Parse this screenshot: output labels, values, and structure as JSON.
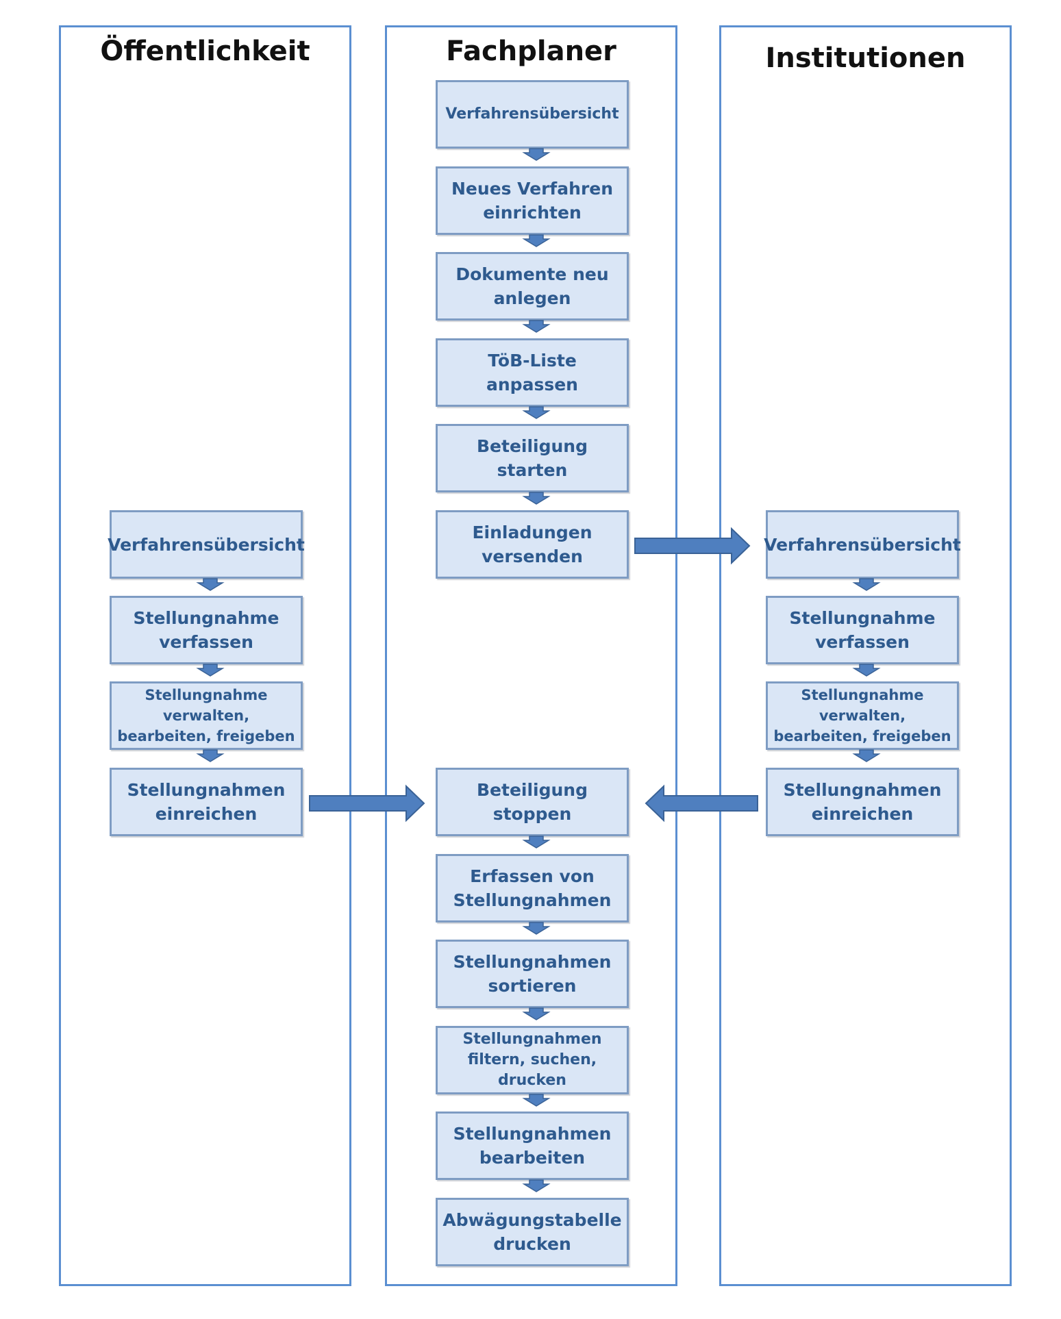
{
  "lanes": {
    "public": {
      "title": "Öffentlichkeit"
    },
    "planner": {
      "title": "Fachplaner"
    },
    "institutions": {
      "title": "Institutionen"
    }
  },
  "public_steps": [
    "Verfahrensübersicht",
    "Stellungnahme\nverfassen",
    "Stellungnahme\nverwalten,\nbearbeiten, freigeben",
    "Stellungnahmen\neinreichen"
  ],
  "planner_steps": [
    "Verfahrensübersicht",
    "Neues Verfahren\neinrichten",
    "Dokumente neu\nanlegen",
    "TöB-Liste\nanpassen",
    "Beteiligung\nstarten",
    "Einladungen\nversenden",
    "Beteiligung\nstoppen",
    "Erfassen von\nStellungnahmen",
    "Stellungnahmen\nsortieren",
    "Stellungnahmen\nfiltern, suchen,\ndrucken",
    "Stellungnahmen\nbearbeiten",
    "Abwägungstabelle\ndrucken"
  ],
  "institution_steps": [
    "Verfahrensübersicht",
    "Stellungnahme\nverfassen",
    "Stellungnahme\nverwalten,\nbearbeiten, freigeben",
    "Stellungnahmen\neinreichen"
  ],
  "colors": {
    "lane_border": "#5b8fd1",
    "box_fill": "#dae6f6",
    "box_border": "#7e9cc3",
    "box_text": "#2e5a8e",
    "arrow_fill": "#4f7fbf",
    "arrow_stroke": "#3a6296"
  }
}
